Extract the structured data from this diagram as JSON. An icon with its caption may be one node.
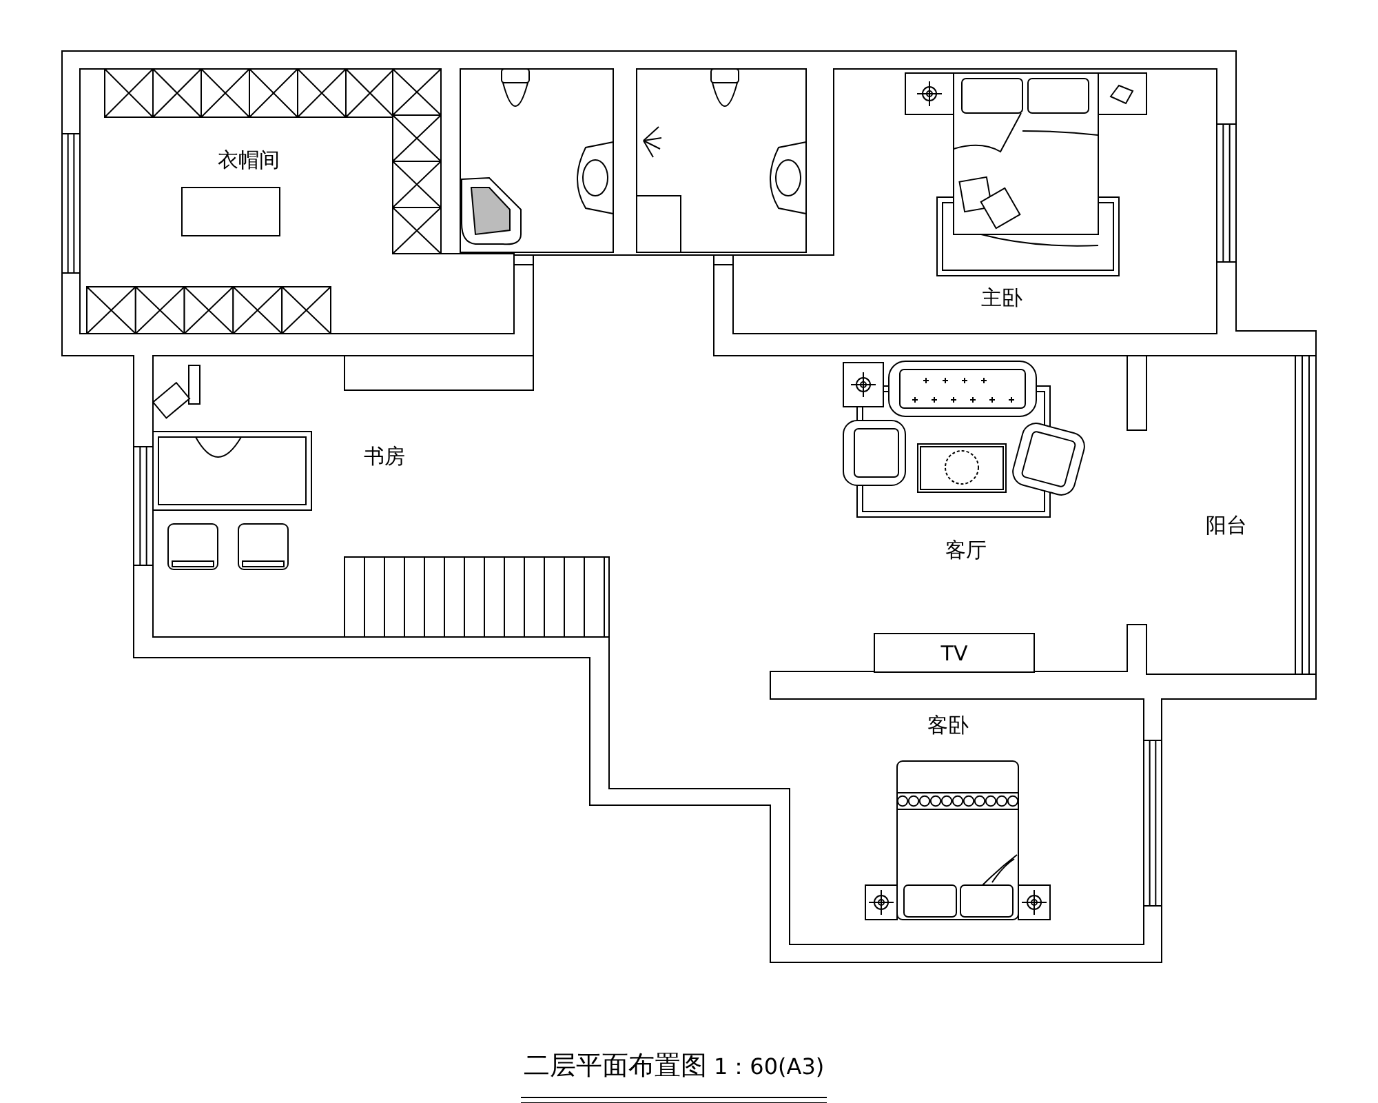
{
  "diagram": {
    "title": "二层平面布置图",
    "nodes": [
      {
        "text": [
          "TV"
        ]
      }
    ],
    "labels": [
      "衣帽间",
      "主卧",
      "书房",
      "客厅",
      "阳台",
      "客卧",
      "1：60(A3)"
    ]
  }
}
